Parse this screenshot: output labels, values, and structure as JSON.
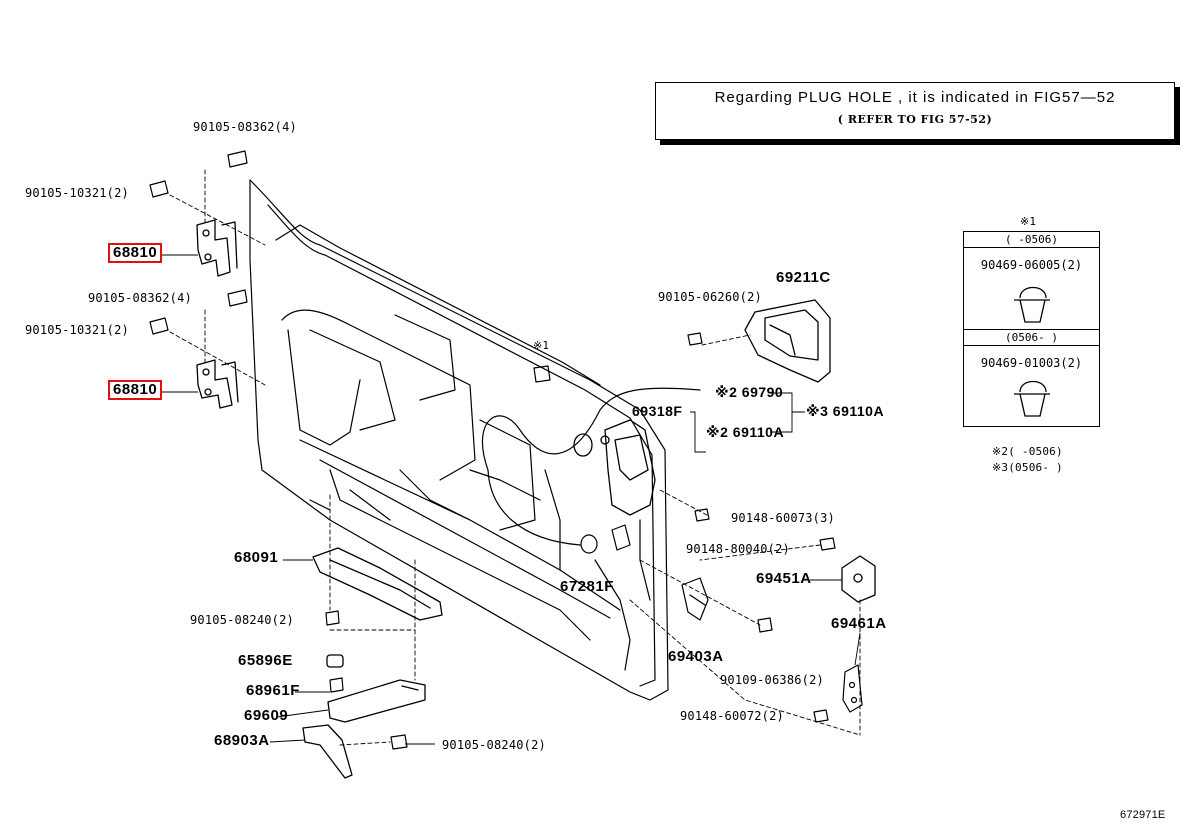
{
  "note": {
    "line1": "Regarding  PLUG HOLE , it is indicated in FIG57—52",
    "line2": "(   REFER TO FIG 57-52)"
  },
  "clip_table": {
    "mark": "※1",
    "rows": [
      {
        "period": "(      -0506)",
        "part": "90469-06005(2)"
      },
      {
        "period": "(0506-       )",
        "part": "90469-01003(2)"
      }
    ]
  },
  "footnotes": [
    "※2(        -0506)",
    "※3(0506-       )"
  ],
  "mark_star1": "※1",
  "highlight_color": "#e11111",
  "labels": {
    "p68810_upper": "68810",
    "p68810_lower": "68810",
    "p90105_08362_a": "90105-08362(4)",
    "p90105_10321_a": "90105-10321(2)",
    "p90105_08362_b": "90105-08362(4)",
    "p90105_10321_b": "90105-10321(2)",
    "p69211c": "69211C",
    "p90105_06260": "90105-06260(2)",
    "p69790": "※2 69790",
    "p69318f": "69318F",
    "p69110a_2": "※2 69110A",
    "p69110a_3": "※3 69110A",
    "p90148_60073": "90148-60073(3)",
    "p90148_80040": "90148-80040(2)",
    "p69451a": "69451A",
    "p68091": "68091",
    "p67281f": "67281F",
    "p90105_08240_a": "90105-08240(2)",
    "p69403a": "69403A",
    "p69461a": "69461A",
    "p65896e": "65896E",
    "p90109_06386": "90109-06386(2)",
    "p68961f": "68961F",
    "p69609": "69609",
    "p90148_60072": "90148-60072(2)",
    "p68903a": "68903A",
    "p90105_08240_b": "90105-08240(2)"
  },
  "figure_id": "672971E"
}
